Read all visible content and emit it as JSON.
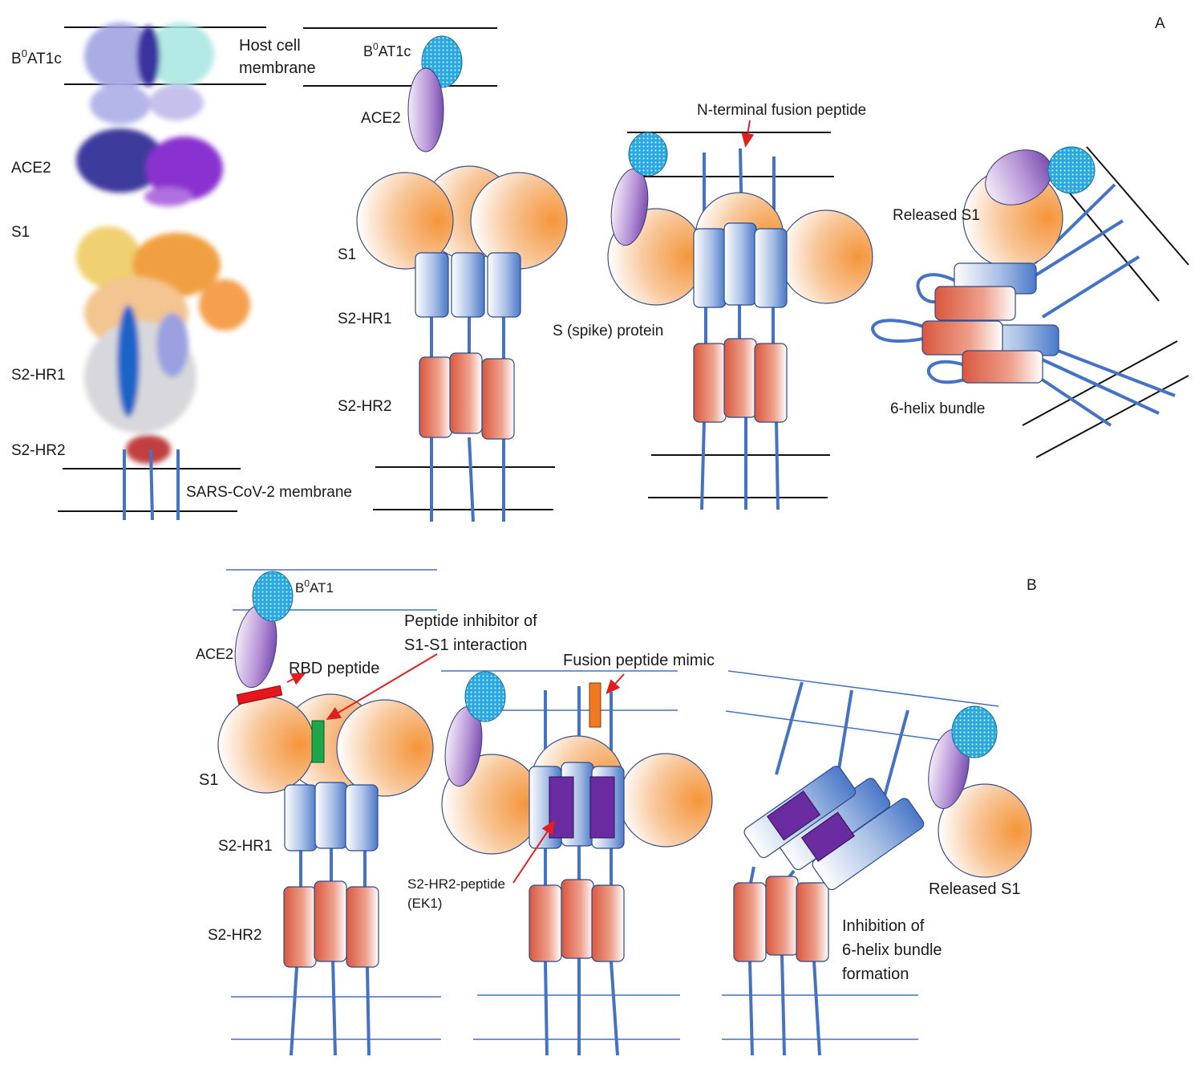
{
  "panels": {
    "a": {
      "letter": "A",
      "structure": {
        "b0at1c": {
          "text": "B",
          "sup": "0",
          "rest": "AT1c"
        },
        "host_membrane": "Host cell\nmembrane",
        "ace2": "ACE2",
        "s1": "S1",
        "s2hr1": "S2-HR1",
        "s2hr2": "S2-HR2",
        "virus_membrane": "SARS-CoV-2 membrane"
      },
      "cartoon1": {
        "b0at1c": {
          "text": "B",
          "sup": "0",
          "rest": "AT1c"
        },
        "ace2": "ACE2",
        "s1": "S1",
        "s2hr1": "S2-HR1",
        "s2hr2": "S2-HR2"
      },
      "cartoon2": {
        "fusion_peptide": "N-terminal fusion peptide",
        "spike": "S (spike) protein"
      },
      "cartoon3": {
        "released_s1": "Released S1",
        "bundle": "6-helix bundle"
      }
    },
    "b": {
      "letter": "B",
      "cartoon1": {
        "b0at1": {
          "text": "B",
          "sup": "0",
          "rest": "AT1"
        },
        "ace2": "ACE2",
        "rbd": "RBD peptide",
        "s1s1": "Peptide inhibitor of\nS1-S1 interaction",
        "s1": "S1",
        "s2hr1": "S2-HR1",
        "s2hr2": "S2-HR2"
      },
      "cartoon2": {
        "fusion_mimic": "Fusion peptide mimic",
        "ek1": "S2-HR2-peptide\n(EK1)"
      },
      "cartoon3": {
        "inhibition": "Inhibition of\n6-helix bundle\nformation",
        "released_s1": "Released S1"
      }
    }
  },
  "colors": {
    "orange": "#f5953a",
    "blue_chain": "#4472c4",
    "hr1_blue": "#4a78c8",
    "hr2_red": "#d9573e",
    "ace2_purple": "#7a4fb0",
    "b0at1_cyan": "#2aa8e0",
    "arrow_red": "#e02020",
    "rbd_red": "#e8141e",
    "s1s1_green": "#1ea64a",
    "fusion_orange": "#f07a20",
    "ek1_purple": "#6a2aa0"
  }
}
